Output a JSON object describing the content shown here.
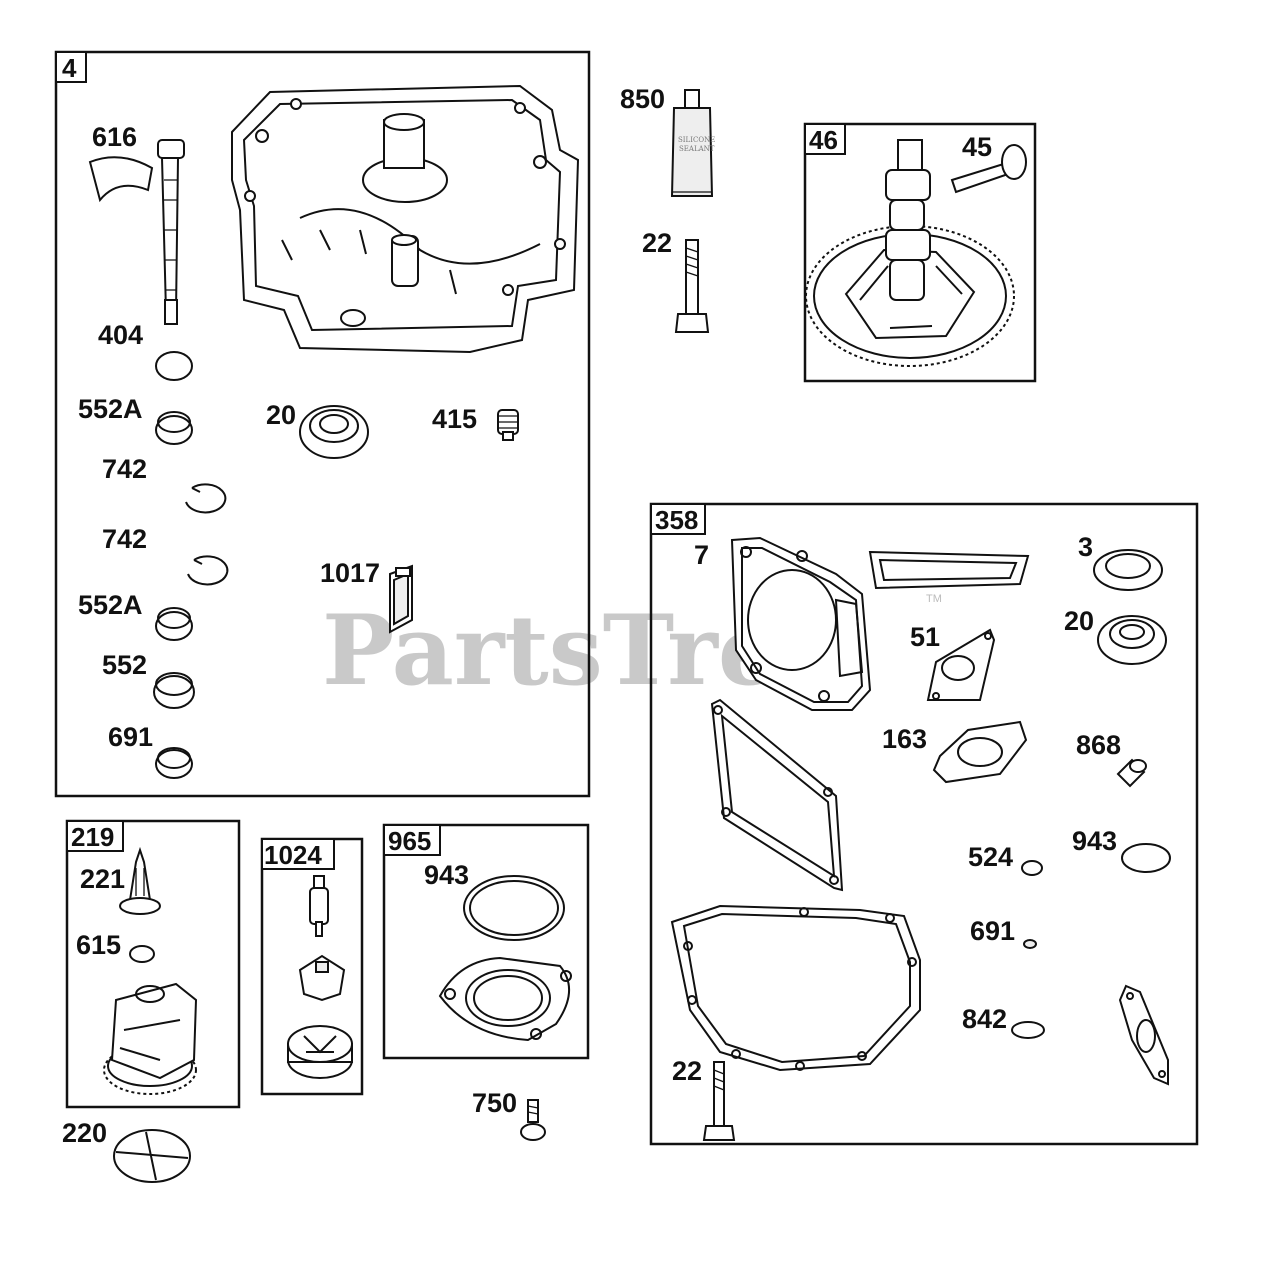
{
  "watermark": "PartsTree",
  "trademark": "TM",
  "tube_label": [
    "SILICONE",
    "SEALANT"
  ],
  "groups": {
    "g4": "4",
    "g46": "46",
    "g358": "358",
    "g219": "219",
    "g1024": "1024",
    "g965": "965"
  },
  "labels": {
    "p616": "616",
    "p404": "404",
    "p552a_1": "552A",
    "p742_1": "742",
    "p742_2": "742",
    "p552a_2": "552A",
    "p552": "552",
    "p691": "691",
    "p20_a": "20",
    "p415": "415",
    "p1017": "1017",
    "p850": "850",
    "p22_a": "22",
    "p45": "45",
    "p7": "7",
    "p3": "3",
    "p20_b": "20",
    "p51": "51",
    "p163": "163",
    "p868": "868",
    "p524": "524",
    "p943_a": "943",
    "p691_b": "691",
    "p842": "842",
    "p22_b": "22",
    "p221": "221",
    "p615": "615",
    "p220": "220",
    "p943_b": "943",
    "p750": "750"
  }
}
